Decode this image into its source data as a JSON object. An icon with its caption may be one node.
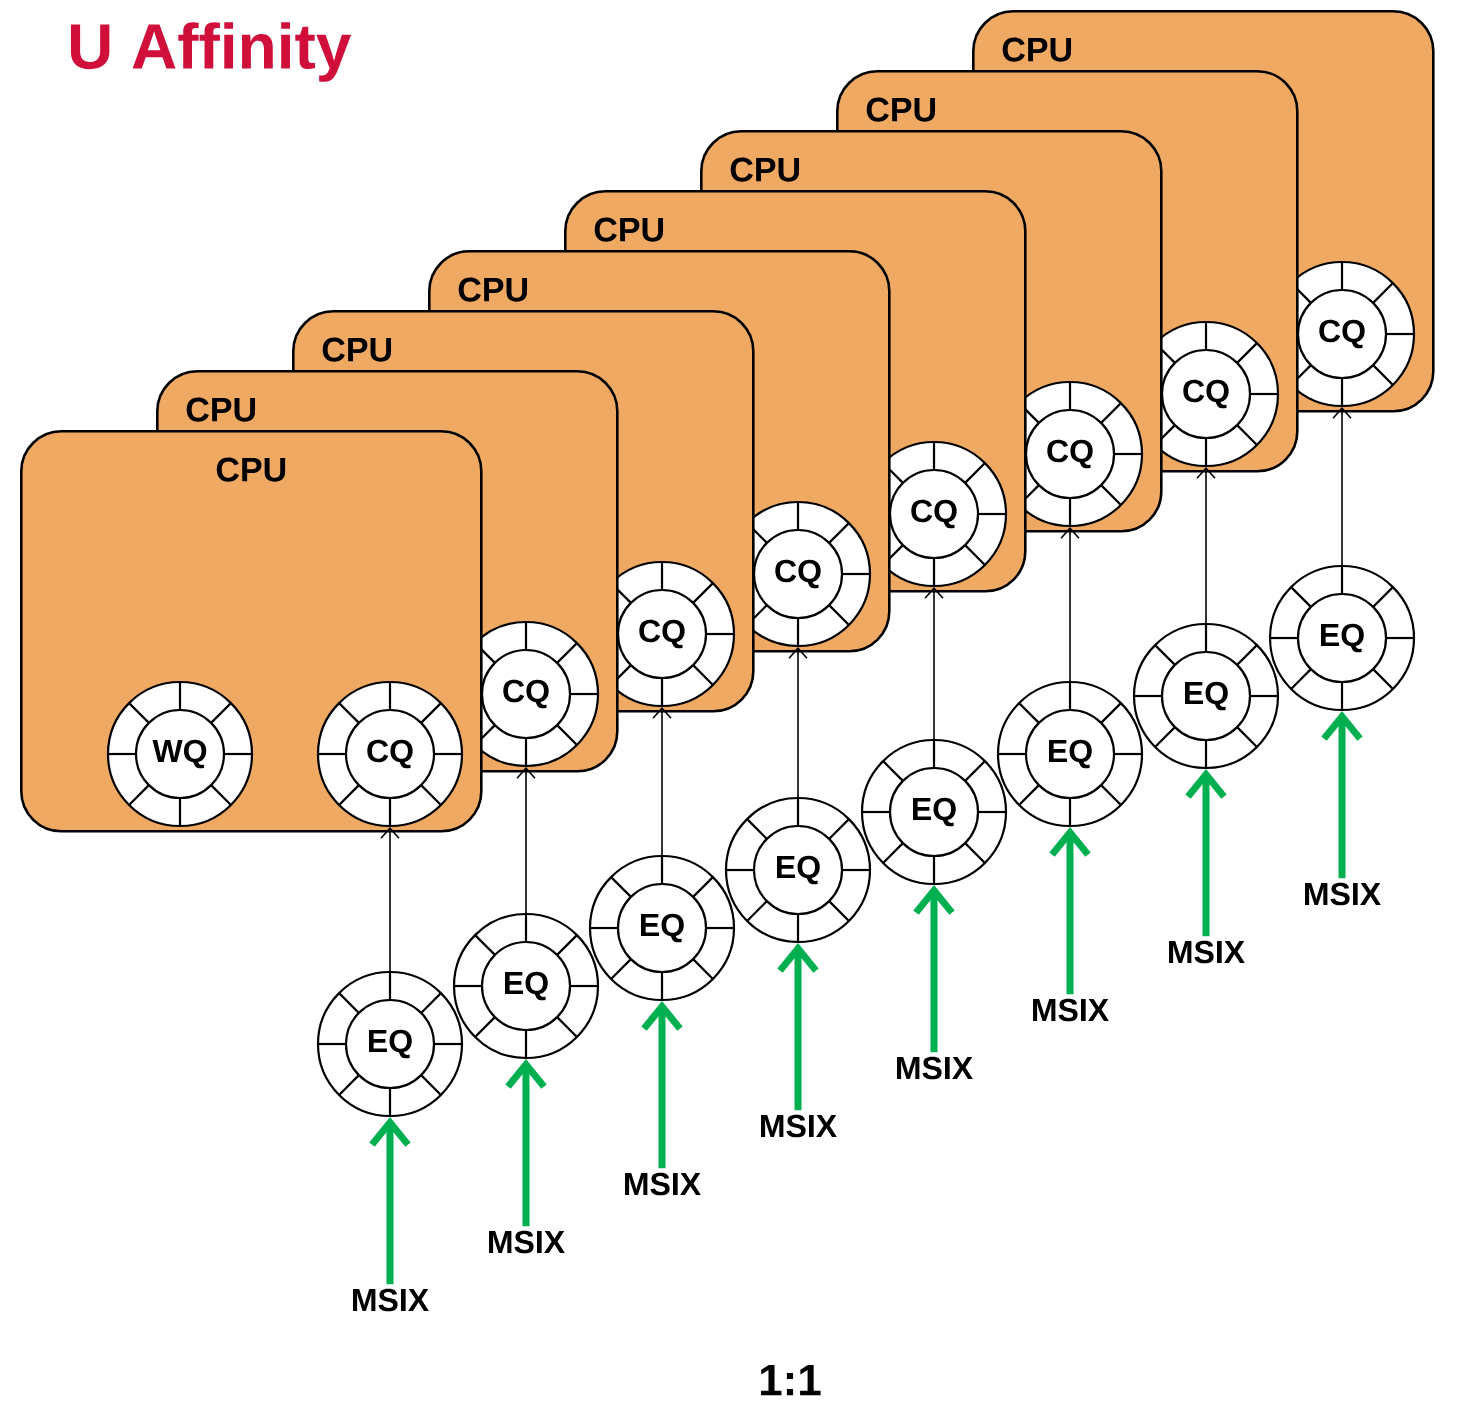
{
  "diagram": {
    "title": "U Affinity",
    "nodes": [
      {
        "text": [
          "CPU"
        ]
      },
      {
        "text": [
          "WQ"
        ],
        "in": 0
      },
      {
        "text": [
          "CQ"
        ],
        "in": 0
      },
      {
        "text": [
          "CPU"
        ]
      },
      {
        "text": [
          "CQ"
        ],
        "in": 3
      },
      {
        "text": [
          "CPU"
        ]
      },
      {
        "text": [
          "CQ"
        ],
        "in": 5
      },
      {
        "text": [
          "CPU"
        ]
      },
      {
        "text": [
          "CQ"
        ],
        "in": 7
      },
      {
        "text": [
          "CPU"
        ]
      },
      {
        "text": [
          "CQ"
        ],
        "in": 9
      },
      {
        "text": [
          "CPU"
        ]
      },
      {
        "text": [
          "CQ"
        ],
        "in": 11
      },
      {
        "text": [
          "CPU"
        ]
      },
      {
        "text": [
          "CQ"
        ],
        "in": 13
      },
      {
        "text": [
          "CPU"
        ]
      },
      {
        "text": [
          "CQ"
        ],
        "in": 15
      },
      {
        "text": [
          "EQ"
        ]
      },
      {
        "text": [
          "EQ"
        ]
      },
      {
        "text": [
          "EQ"
        ]
      },
      {
        "text": [
          "EQ"
        ]
      },
      {
        "text": [
          "EQ"
        ]
      },
      {
        "text": [
          "EQ"
        ]
      },
      {
        "text": [
          "EQ"
        ]
      },
      {
        "text": [
          "EQ"
        ]
      },
      {
        "text": [
          "MSIX"
        ]
      },
      {
        "text": [
          "MSIX"
        ]
      },
      {
        "text": [
          "MSIX"
        ]
      },
      {
        "text": [
          "MSIX"
        ]
      },
      {
        "text": [
          "MSIX"
        ]
      },
      {
        "text": [
          "MSIX"
        ]
      },
      {
        "text": [
          "MSIX"
        ]
      },
      {
        "text": [
          "MSIX"
        ]
      }
    ],
    "edges": [
      {
        "from": 17,
        "to": 2,
        "arrow": "to"
      },
      {
        "from": 18,
        "to": 4,
        "arrow": "to"
      },
      {
        "from": 19,
        "to": 6,
        "arrow": "to"
      },
      {
        "from": 20,
        "to": 8,
        "arrow": "to"
      },
      {
        "from": 21,
        "to": 10,
        "arrow": "to"
      },
      {
        "from": 22,
        "to": 12,
        "arrow": "to"
      },
      {
        "from": 23,
        "to": 14,
        "arrow": "to"
      },
      {
        "from": 24,
        "to": 16,
        "arrow": "to"
      },
      {
        "from": 25,
        "to": 17,
        "arrow": "to",
        "style": "thick",
        "color": "#00b050"
      },
      {
        "from": 26,
        "to": 18,
        "arrow": "to",
        "style": "thick",
        "color": "#00b050"
      },
      {
        "from": 27,
        "to": 19,
        "arrow": "to",
        "style": "thick",
        "color": "#00b050"
      },
      {
        "from": 28,
        "to": 20,
        "arrow": "to",
        "style": "thick",
        "color": "#00b050"
      },
      {
        "from": 29,
        "to": 21,
        "arrow": "to",
        "style": "thick",
        "color": "#00b050"
      },
      {
        "from": 30,
        "to": 22,
        "arrow": "to",
        "style": "thick",
        "color": "#00b050"
      },
      {
        "from": 31,
        "to": 23,
        "arrow": "to",
        "style": "thick",
        "color": "#00b050"
      },
      {
        "from": 32,
        "to": 24,
        "arrow": "to",
        "style": "thick",
        "color": "#00b050"
      }
    ],
    "labels": [
      "1:1"
    ]
  }
}
